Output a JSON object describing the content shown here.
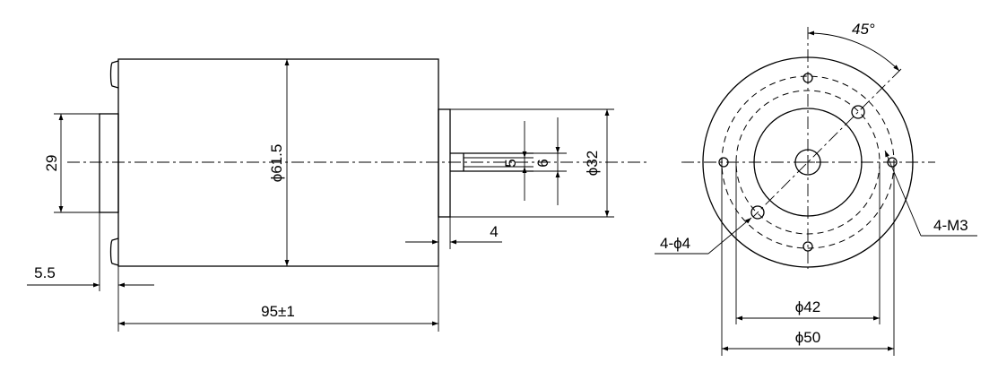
{
  "side_view": {
    "dim_flange_height": "29",
    "dim_body_diameter": "ϕ61.5",
    "dim_flat_5": "5",
    "dim_flat_6": "6",
    "dim_shaft_diameter": "ϕ32",
    "dim_shaft_offset": "4",
    "dim_rear_offset": "5.5",
    "dim_length": "95±1"
  },
  "front_view": {
    "angle": "45°",
    "holes_through": "4-ϕ4",
    "holes_threaded": "4-M3",
    "dim_pcd": "ϕ42",
    "dim_face": "ϕ50"
  }
}
